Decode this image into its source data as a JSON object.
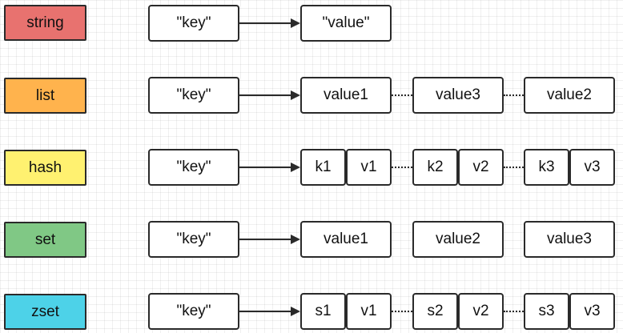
{
  "colors": {
    "string": "#e8726f",
    "list": "#ffb34d",
    "hash": "#fff170",
    "set": "#80c885",
    "zset": "#4dd2e8",
    "border": "#2a2a2a"
  },
  "rows": [
    {
      "type": "string",
      "key": "\"key\"",
      "values": [
        "\"value\""
      ]
    },
    {
      "type": "list",
      "key": "\"key\"",
      "values": [
        "value1",
        "value3",
        "value2"
      ]
    },
    {
      "type": "hash",
      "key": "\"key\"",
      "pairs": [
        [
          "k1",
          "v1"
        ],
        [
          "k2",
          "v2"
        ],
        [
          "k3",
          "v3"
        ]
      ]
    },
    {
      "type": "set",
      "key": "\"key\"",
      "values": [
        "value1",
        "value2",
        "value3"
      ]
    },
    {
      "type": "zset",
      "key": "\"key\"",
      "pairs": [
        [
          "s1",
          "v1"
        ],
        [
          "s2",
          "v2"
        ],
        [
          "s3",
          "v3"
        ]
      ]
    }
  ]
}
